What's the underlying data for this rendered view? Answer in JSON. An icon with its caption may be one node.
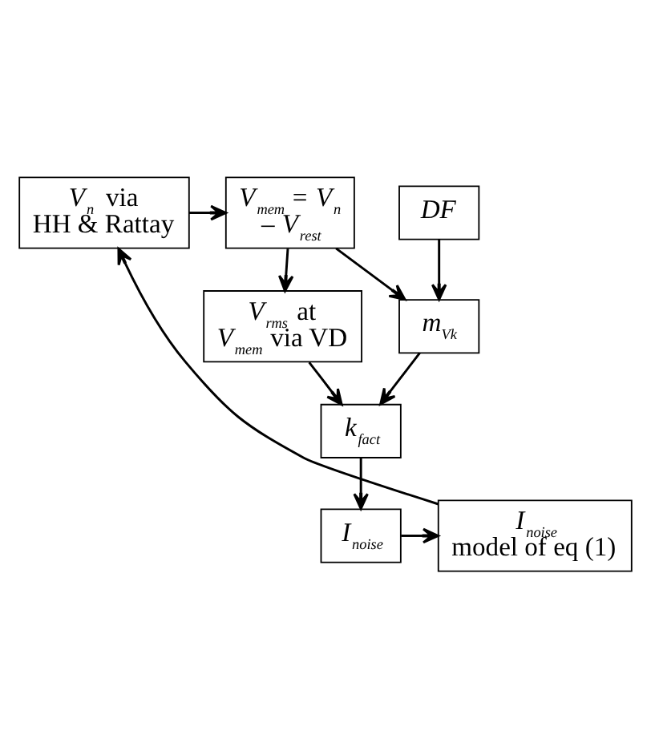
{
  "diagram": {
    "nodes": [
      {
        "text": [
          "*V*$_{n}$ via HH & Rattay"
        ]
      },
      {
        "text": [
          "*V*$_{mem}$ = *V*$_{n}$ – *V*$_{rest}$"
        ]
      },
      {
        "text": [
          "*DF*"
        ]
      },
      {
        "text": [
          "*V*$_{rms}$ at *V*$_{mem}$ via VD"
        ]
      },
      {
        "text": [
          "*m*$_{Vk}$"
        ]
      },
      {
        "text": [
          "*k*$_{fact}$"
        ]
      },
      {
        "text": [
          "*I*$_{noise}$ model of eq (1)"
        ]
      },
      {
        "text": [
          "*I*$_{noise}$"
        ]
      }
    ],
    "edges": [
      {
        "from": 0,
        "to": 1,
        "arrow": "to"
      },
      {
        "from": 1,
        "to": 3,
        "arrow": "to"
      },
      {
        "from": 1,
        "to": 4,
        "arrow": "to"
      },
      {
        "from": 2,
        "to": 4,
        "arrow": "to"
      },
      {
        "from": 3,
        "to": 5,
        "arrow": "to"
      },
      {
        "from": 4,
        "to": 5,
        "arrow": "to"
      },
      {
        "from": 5,
        "to": 7,
        "arrow": "to"
      },
      {
        "from": 7,
        "to": 6,
        "arrow": "to"
      },
      {
        "from": 6,
        "to": 0,
        "arrow": "to"
      }
    ]
  }
}
